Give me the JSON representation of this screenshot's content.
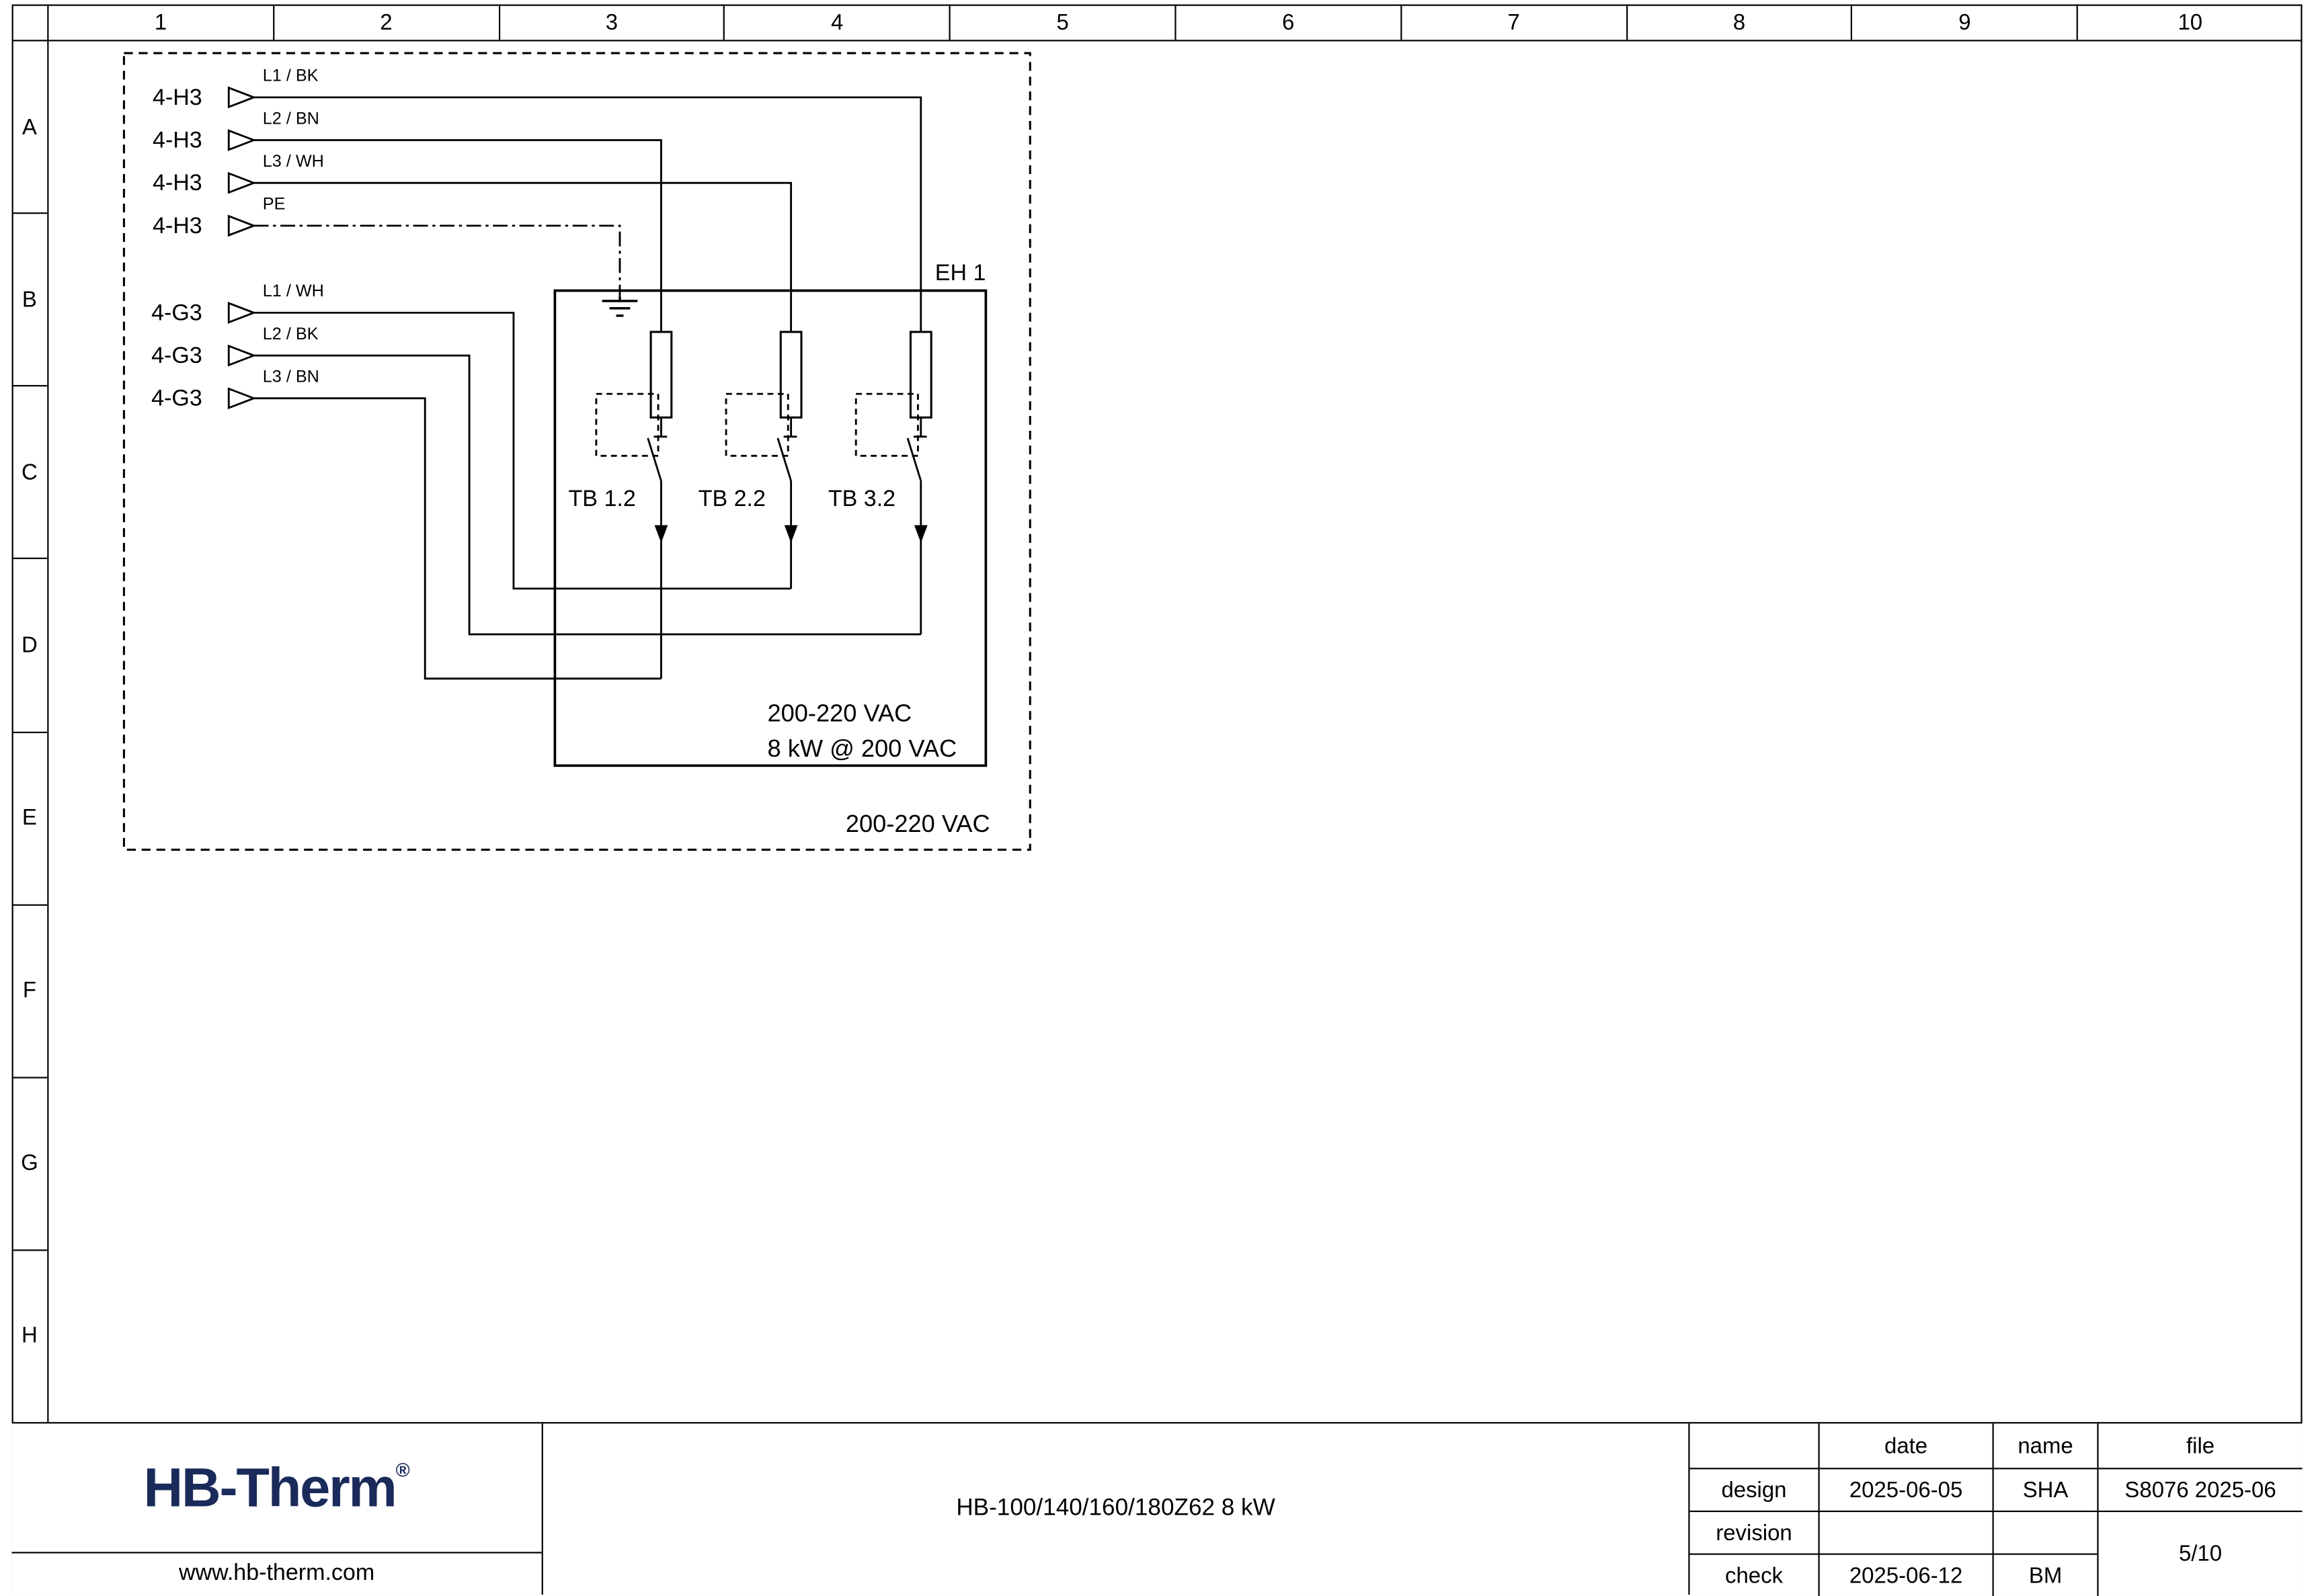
{
  "colors": {
    "logo": "#1a2a5a",
    "line": "#000000"
  },
  "ruler": {
    "cols": [
      "1",
      "2",
      "3",
      "4",
      "5",
      "6",
      "7",
      "8",
      "9",
      "10"
    ],
    "rows": [
      "A",
      "B",
      "C",
      "D",
      "E",
      "F",
      "G",
      "H"
    ]
  },
  "schematic": {
    "h3_connectors": [
      {
        "label": "4-H3",
        "wire": "L1 / BK"
      },
      {
        "label": "4-H3",
        "wire": "L2 / BN"
      },
      {
        "label": "4-H3",
        "wire": "L3 / WH"
      },
      {
        "label": "4-H3",
        "wire": "PE"
      }
    ],
    "g3_connectors": [
      {
        "label": "4-G3",
        "wire": "L1 / WH"
      },
      {
        "label": "4-G3",
        "wire": "L2 / BK"
      },
      {
        "label": "4-G3",
        "wire": "L3 / BN"
      }
    ],
    "heater_box_label": "EH 1",
    "breakers": [
      "TB 1.2",
      "TB 2.2",
      "TB 3.2"
    ],
    "box_voltage": "200-220 VAC",
    "box_power": "8 kW @ 200 VAC",
    "supply_voltage": "200-220 VAC"
  },
  "titleblock": {
    "logo": "HB-Therm",
    "logo_reg": "®",
    "website": "www.hb-therm.com",
    "title": "HB-100/140/160/180Z62 8 kW",
    "table": {
      "headers": {
        "date": "date",
        "name": "name",
        "file": "file"
      },
      "rows": [
        {
          "label": "design",
          "date": "2025-06-05",
          "name": "SHA",
          "file": "S8076 2025-06"
        },
        {
          "label": "revision",
          "date": "",
          "name": ""
        },
        {
          "label": "check",
          "date": "2025-06-12",
          "name": "BM"
        }
      ],
      "page": "5/10"
    }
  }
}
